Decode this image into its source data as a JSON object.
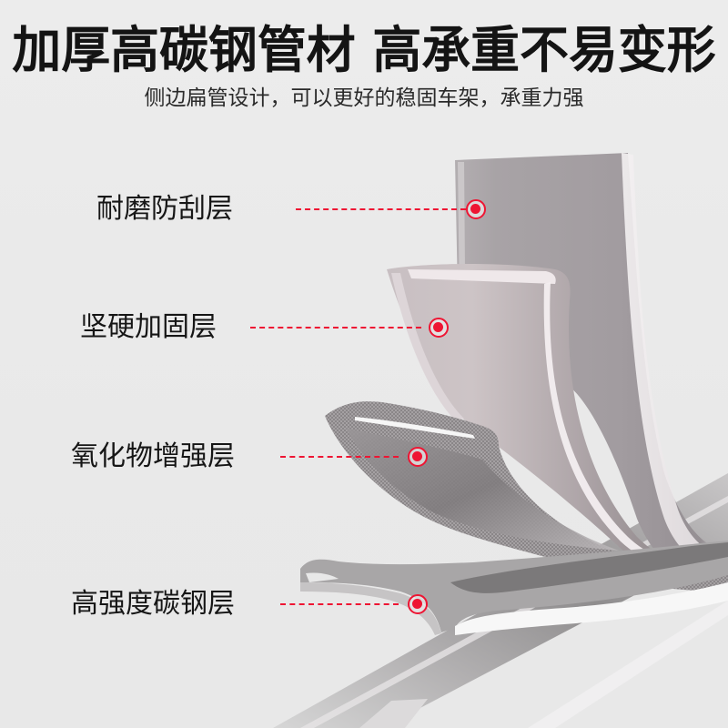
{
  "header": {
    "title": "加厚高碳钢管材 高承重不易变形",
    "subtitle": "侧边扁管设计，可以更好的稳固车架，承重力强"
  },
  "layers": [
    {
      "label": "耐磨防刮层",
      "icon": "target-marker-icon"
    },
    {
      "label": "坚硬加固层",
      "icon": "target-marker-icon"
    },
    {
      "label": "氧化物增强层",
      "icon": "target-marker-icon"
    },
    {
      "label": "高强度碳钢层",
      "icon": "target-marker-icon"
    }
  ],
  "colors": {
    "background": "#e9e9e9",
    "accent_red": "#ee1533",
    "title_text": "#141414",
    "metal_light": "#d9d4d6",
    "metal_dark": "#8e898c"
  }
}
